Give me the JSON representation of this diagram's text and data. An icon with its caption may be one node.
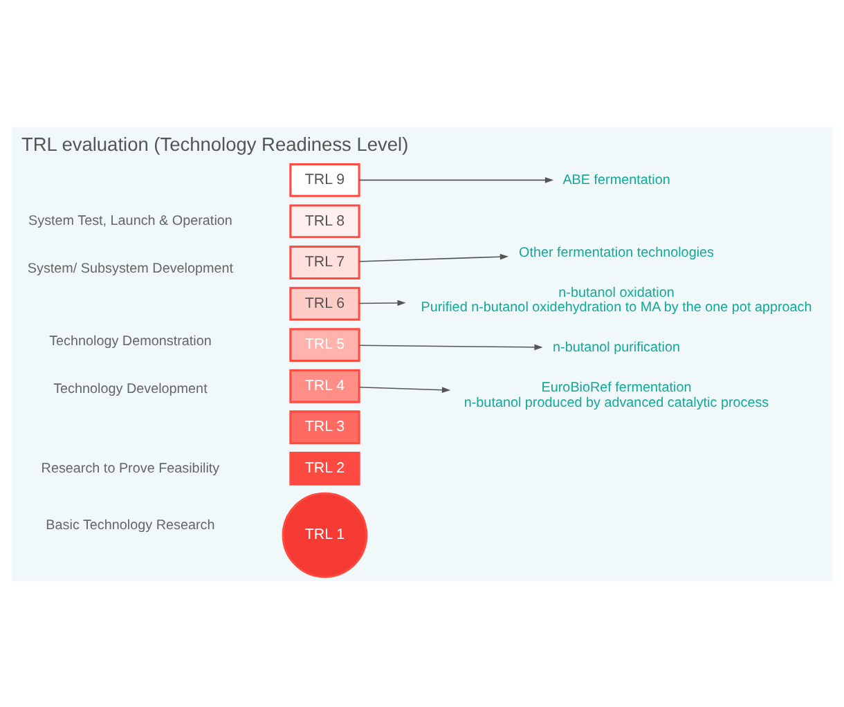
{
  "diagram": {
    "title": "TRL evaluation (Technology Readiness Level)",
    "nodes": [
      {
        "text": [
          "TRL 9"
        ]
      },
      {
        "text": [
          "TRL 8"
        ]
      },
      {
        "text": [
          "TRL 7"
        ]
      },
      {
        "text": [
          "TRL 6"
        ]
      },
      {
        "text": [
          "TRL 5"
        ]
      },
      {
        "text": [
          "TRL 4"
        ]
      },
      {
        "text": [
          "TRL 3"
        ]
      },
      {
        "text": [
          "TRL 2"
        ]
      },
      {
        "text": [
          "TRL 1"
        ]
      },
      {
        "text": [
          "ABE fermentation"
        ]
      },
      {
        "text": [
          "Other fermentation technologies"
        ]
      },
      {
        "text": [
          "n-butanol oxidation",
          "Purified n-butanol oxidehydration to MA by the one pot approach"
        ]
      },
      {
        "text": [
          "n-butanol purification"
        ]
      },
      {
        "text": [
          "EuroBioRef fermentation",
          "n-butanol produced by advanced catalytic process"
        ]
      }
    ],
    "edges": [
      {
        "from": 0,
        "to": 9,
        "arrow": "to"
      },
      {
        "from": 2,
        "to": 10,
        "arrow": "to"
      },
      {
        "from": 3,
        "to": 11,
        "arrow": "to"
      },
      {
        "from": 4,
        "to": 12,
        "arrow": "to"
      },
      {
        "from": 5,
        "to": 13,
        "arrow": "to"
      }
    ],
    "labels": [
      "System Test, Launch & Operation",
      "System/ Subsystem Development",
      "Technology Demonstration",
      "Technology Development",
      "Research to Prove Feasibility",
      "Basic Technology Research"
    ]
  }
}
